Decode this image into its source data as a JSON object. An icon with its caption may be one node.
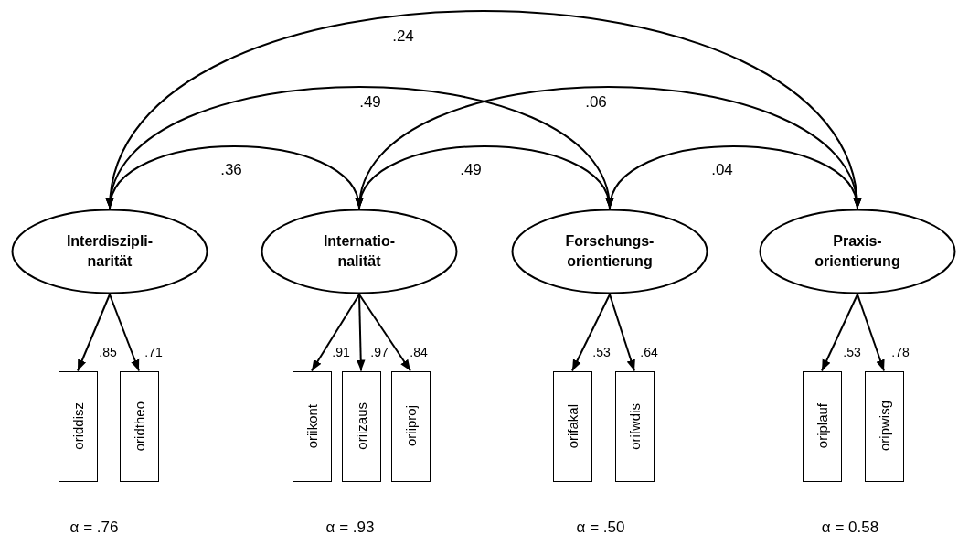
{
  "diagram": {
    "nodes": [
      {
        "text": [
          "Interdiszipli- narität"
        ]
      },
      {
        "text": [
          "Internatio- nalität"
        ]
      },
      {
        "text": [
          "Forschungs- orientierung"
        ]
      },
      {
        "text": [
          "Praxis- orientierung"
        ]
      },
      {
        "text": [
          "oriddisz"
        ]
      },
      {
        "text": [
          "oridtheo"
        ]
      },
      {
        "text": [
          "oriikont"
        ]
      },
      {
        "text": [
          "oriizaus"
        ]
      },
      {
        "text": [
          "oriiproj"
        ]
      },
      {
        "text": [
          "orifakal"
        ]
      },
      {
        "text": [
          "orifwdis"
        ]
      },
      {
        "text": [
          "oriplauf"
        ]
      },
      {
        "text": [
          "oripwisg"
        ]
      }
    ],
    "edges": [
      {
        "from": 0,
        "to": 3,
        "arrow": "both",
        "label": ".24"
      },
      {
        "from": 0,
        "to": 2,
        "arrow": "both",
        "label": ".49"
      },
      {
        "from": 1,
        "to": 3,
        "arrow": "both",
        "label": ".06"
      },
      {
        "from": 0,
        "to": 1,
        "arrow": "both",
        "label": ".36"
      },
      {
        "from": 1,
        "to": 2,
        "arrow": "both",
        "label": ".49"
      },
      {
        "from": 2,
        "to": 3,
        "arrow": "both",
        "label": ".04"
      },
      {
        "from": 0,
        "to": 4,
        "arrow": "to",
        "label": ".85"
      },
      {
        "from": 0,
        "to": 5,
        "arrow": "to",
        "label": ".71"
      },
      {
        "from": 1,
        "to": 6,
        "arrow": "to",
        "label": ".91"
      },
      {
        "from": 1,
        "to": 7,
        "arrow": "to",
        "label": ".97"
      },
      {
        "from": 1,
        "to": 8,
        "arrow": "to",
        "label": ".84"
      },
      {
        "from": 2,
        "to": 9,
        "arrow": "to",
        "label": ".53"
      },
      {
        "from": 2,
        "to": 10,
        "arrow": "to",
        "label": ".64"
      },
      {
        "from": 3,
        "to": 11,
        "arrow": "to",
        "label": ".53"
      },
      {
        "from": 3,
        "to": 12,
        "arrow": "to",
        "label": ".78"
      }
    ],
    "labels": [
      "α = .76",
      "α = .93",
      "α = .50",
      "α = 0.58"
    ]
  }
}
